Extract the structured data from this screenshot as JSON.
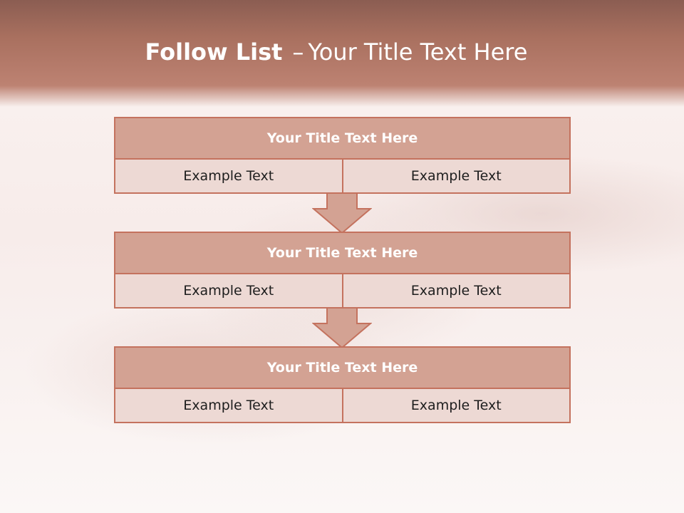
{
  "slide": {
    "title_bold": "Follow List",
    "title_dash": "–",
    "title_rest": "Your Title Text Here"
  },
  "blocks": [
    {
      "title": "Your Title Text Here",
      "left": "Example Text",
      "right": "Example Text"
    },
    {
      "title": "Your Title Text Here",
      "left": "Example Text",
      "right": "Example Text"
    },
    {
      "title": "Your Title Text Here",
      "left": "Example Text",
      "right": "Example Text"
    }
  ],
  "colors": {
    "header_fill": "#d3a293",
    "cell_fill": "#edd9d4",
    "border": "#c4725e",
    "band": "#a9705f"
  }
}
